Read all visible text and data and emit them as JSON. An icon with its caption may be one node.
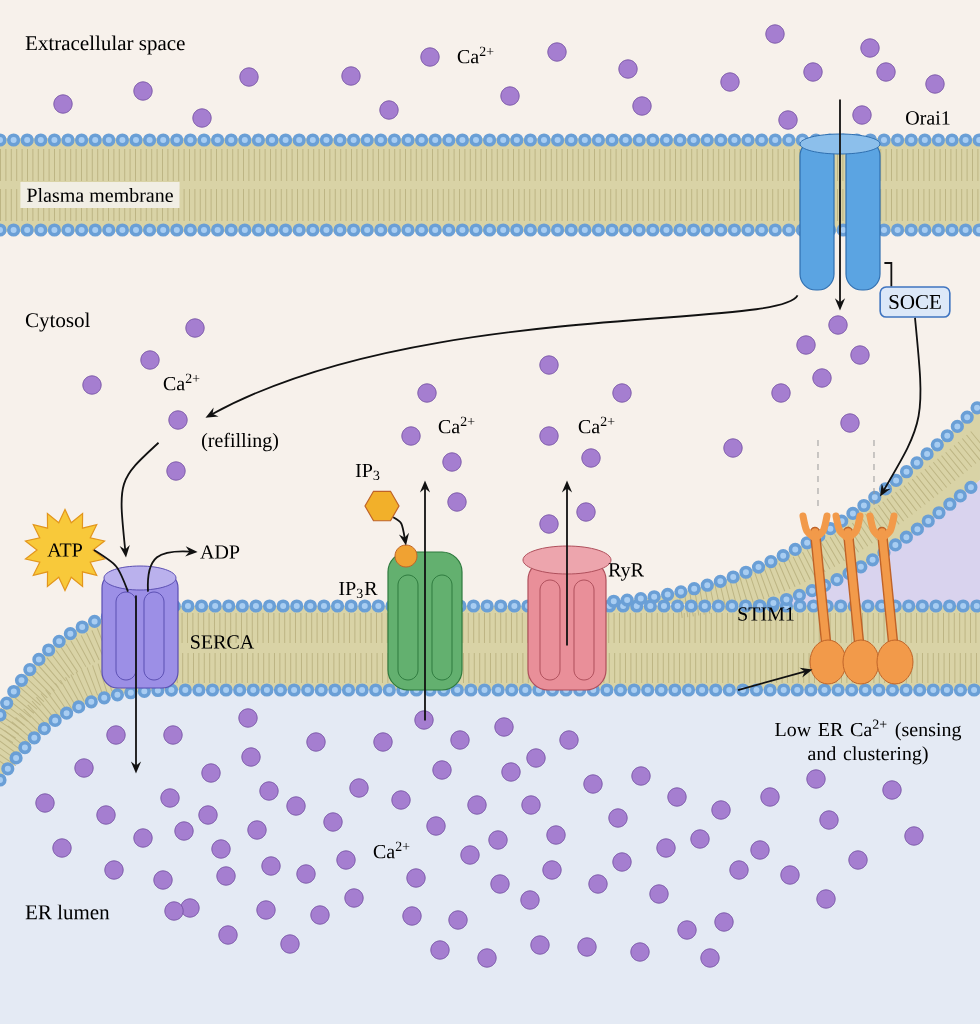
{
  "diagram": {
    "nodes": [
      {
        "text": [],
        "shape": "picture",
        "beside": [
          "Orai1"
        ]
      },
      {
        "text": [
          "SOCE"
        ]
      },
      {
        "text": [],
        "shape": "picture",
        "beside": [
          "SERCA"
        ]
      },
      {
        "text": [
          "ATP"
        ]
      },
      {
        "text": [
          "ADP"
        ]
      },
      {
        "text": [
          "IP$_{3}$"
        ]
      },
      {
        "text": [],
        "shape": "picture",
        "beside": [
          "IP$_{3}$R"
        ]
      },
      {
        "text": [],
        "shape": "picture",
        "beside": [
          "RyR"
        ]
      },
      {
        "text": [],
        "shape": "picture",
        "beside": [
          "STIM1",
          "Low ER Ca$^{2+}$ (sensing and clustering)"
        ]
      },
      {
        "text": [
          "Ca$^{2+}$"
        ],
        "beside": [
          "(refilling)"
        ]
      }
    ],
    "edges": [
      {
        "from": 0,
        "to": null,
        "arrow": "to"
      },
      {
        "from": 0,
        "to": 9,
        "arrow": "to"
      },
      {
        "from": 9,
        "to": 2,
        "arrow": "to"
      },
      {
        "from": 3,
        "to": 2,
        "arrow": "none"
      },
      {
        "from": 2,
        "to": 4,
        "arrow": "to"
      },
      {
        "from": 2,
        "to": null,
        "arrow": "to"
      },
      {
        "from": 5,
        "to": 6,
        "arrow": "to"
      },
      {
        "from": 6,
        "to": null,
        "arrow": "to"
      },
      {
        "from": 7,
        "to": null,
        "arrow": "to"
      },
      {
        "from": 0,
        "to": 1,
        "arrow": "none"
      },
      {
        "from": 1,
        "to": 8,
        "arrow": "to"
      },
      {
        "from": null,
        "to": 8,
        "arrow": "to"
      }
    ],
    "labels": [
      "Extracellular space",
      "Ca$^{2+}$",
      "Plasma membrane",
      "Cytosol",
      "Ca$^{2+}$",
      "Ca$^{2+}$",
      "Ca$^{2+}$",
      "ER lumen"
    ]
  }
}
